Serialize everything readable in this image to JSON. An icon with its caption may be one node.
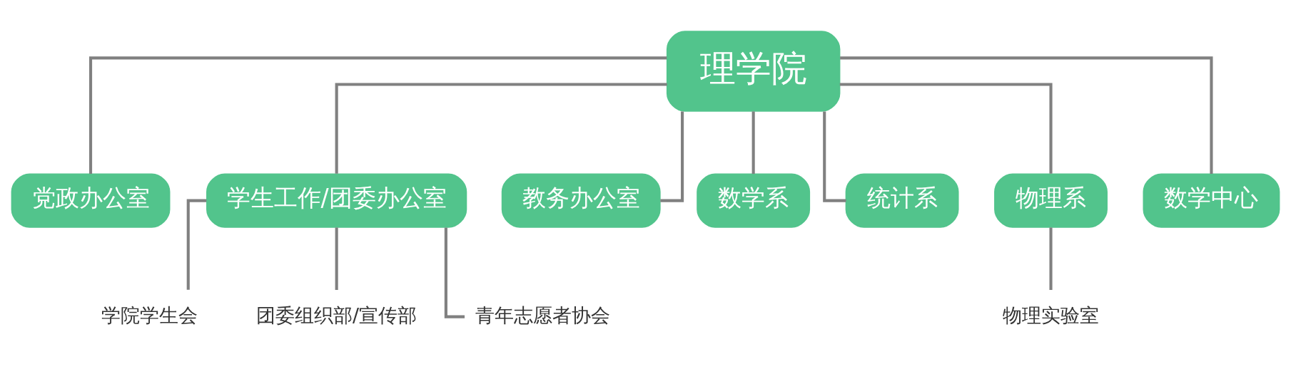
{
  "diagram": {
    "nodes": [
      {
        "text": [
          "理学院"
        ]
      },
      {
        "text": [
          "党政办公室"
        ]
      },
      {
        "text": [
          "学生工作/团委办公室"
        ]
      },
      {
        "text": [
          "教务办公室"
        ]
      },
      {
        "text": [
          "数学系"
        ]
      },
      {
        "text": [
          "统计系"
        ]
      },
      {
        "text": [
          "物理系"
        ]
      },
      {
        "text": [
          "数学中心"
        ]
      },
      {
        "text": [
          "学院学生会"
        ]
      },
      {
        "text": [
          "团委组织部/宣传部"
        ]
      },
      {
        "text": [
          "青年志愿者协会"
        ]
      },
      {
        "text": [
          "物理实验室"
        ]
      }
    ],
    "edges": [
      {
        "from": 0,
        "to": 1,
        "arrow": "none"
      },
      {
        "from": 0,
        "to": 2,
        "arrow": "none"
      },
      {
        "from": 0,
        "to": 3,
        "arrow": "none"
      },
      {
        "from": 0,
        "to": 4,
        "arrow": "none"
      },
      {
        "from": 0,
        "to": 5,
        "arrow": "none"
      },
      {
        "from": 0,
        "to": 6,
        "arrow": "none"
      },
      {
        "from": 0,
        "to": 7,
        "arrow": "none"
      },
      {
        "from": 2,
        "to": 8,
        "arrow": "none"
      },
      {
        "from": 2,
        "to": 9,
        "arrow": "none"
      },
      {
        "from": 2,
        "to": 10,
        "arrow": "none"
      },
      {
        "from": 6,
        "to": 11,
        "arrow": "none"
      }
    ]
  }
}
